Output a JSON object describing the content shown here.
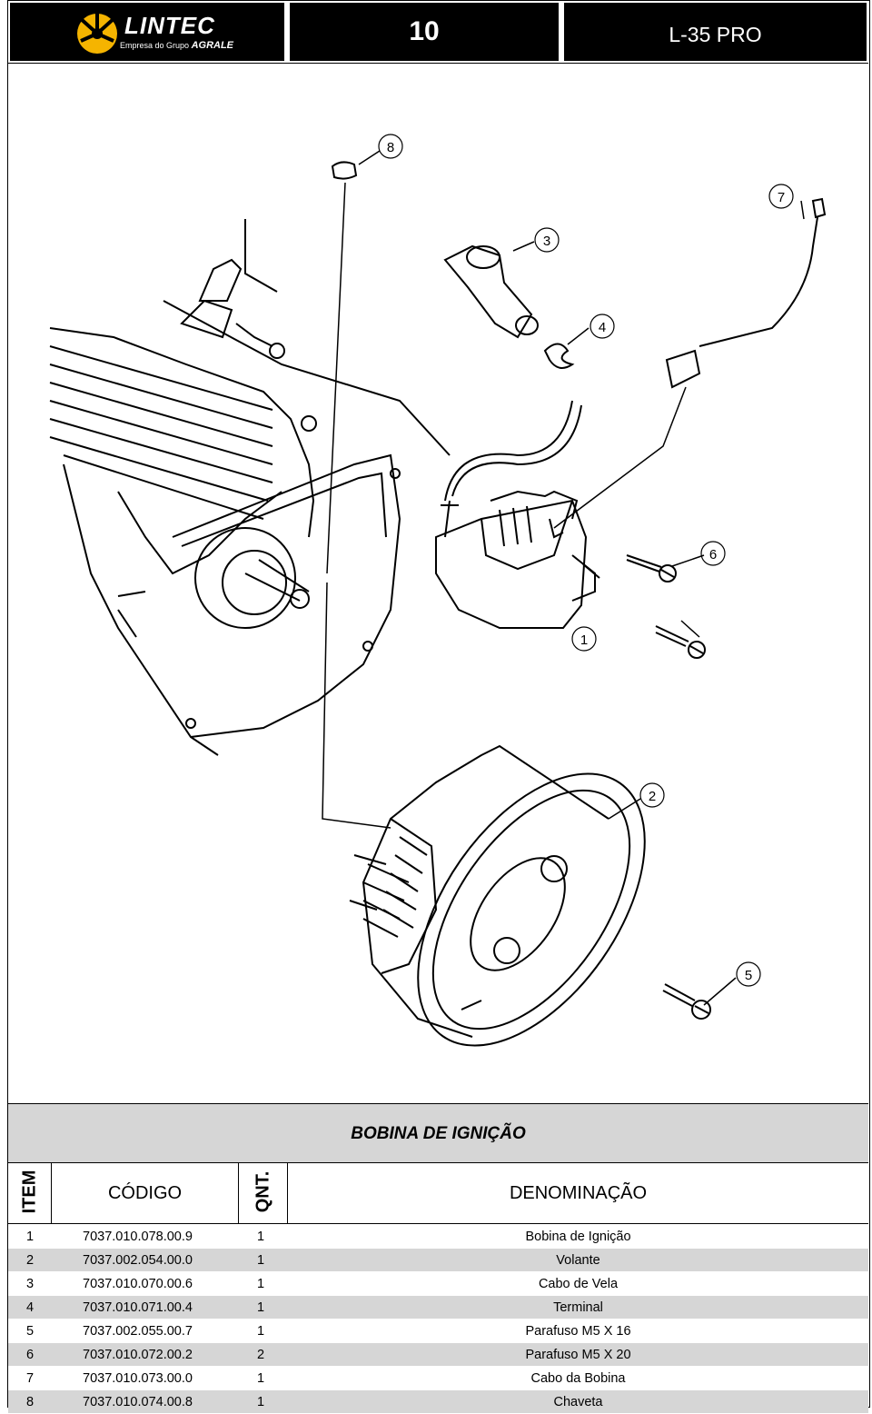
{
  "header": {
    "brand_name": "LINTEC",
    "brand_sub_prefix": "Empresa do Grupo",
    "brand_sub_name": "AGRALE",
    "page_number": "10",
    "model": "L-35 PRO"
  },
  "callouts": [
    "8",
    "7",
    "3",
    "4",
    "6",
    "1",
    "2",
    "5"
  ],
  "section_title": "BOBINA DE IGNIÇÃO",
  "columns": {
    "item": "ITEM",
    "code": "CÓDIGO",
    "qty": "QNT.",
    "name": "DENOMINAÇÃO"
  },
  "parts": [
    {
      "item": "1",
      "code": "7037.010.078.00.9",
      "qty": "1",
      "name": "Bobina de Ignição"
    },
    {
      "item": "2",
      "code": "7037.002.054.00.0",
      "qty": "1",
      "name": "Volante"
    },
    {
      "item": "3",
      "code": "7037.010.070.00.6",
      "qty": "1",
      "name": "Cabo de Vela"
    },
    {
      "item": "4",
      "code": "7037.010.071.00.4",
      "qty": "1",
      "name": "Terminal"
    },
    {
      "item": "5",
      "code": "7037.002.055.00.7",
      "qty": "1",
      "name": "Parafuso M5 X 16"
    },
    {
      "item": "6",
      "code": "7037.010.072.00.2",
      "qty": "2",
      "name": "Parafuso M5 X 20"
    },
    {
      "item": "7",
      "code": "7037.010.073.00.0",
      "qty": "1",
      "name": "Cabo da Bobina"
    },
    {
      "item": "8",
      "code": "7037.010.074.00.8",
      "qty": "1",
      "name": "Chaveta"
    }
  ],
  "colors": {
    "shade": "#d6d6d6",
    "header_bg": "#000000"
  }
}
